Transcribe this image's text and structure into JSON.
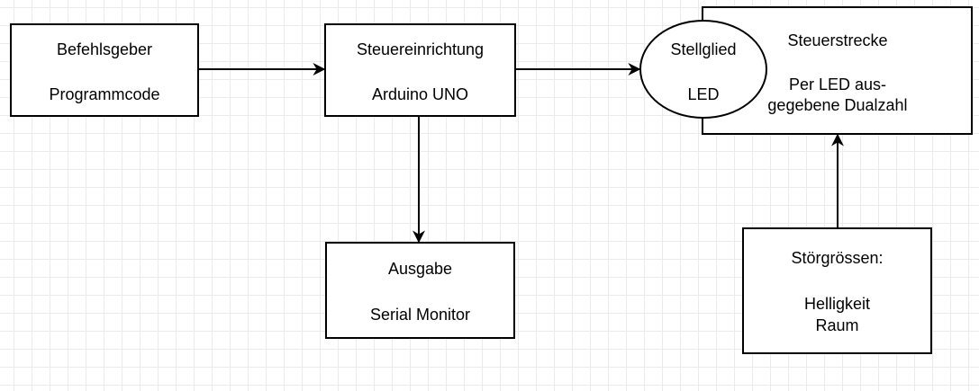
{
  "nodes": {
    "befehlsgeber": {
      "title": "Befehlsgeber",
      "subtitle": "Programmcode"
    },
    "steuereinrichtung": {
      "title": "Steuereinrichtung",
      "subtitle": "Arduino UNO"
    },
    "steuerstrecke": {
      "title": "Steuerstrecke",
      "line1": "Per LED aus-",
      "line2": "gegebene Dualzahl"
    },
    "stellglied": {
      "title": "Stellglied",
      "subtitle": "LED"
    },
    "ausgabe": {
      "title": "Ausgabe",
      "subtitle": "Serial Monitor"
    },
    "stoergroessen": {
      "title": "Störgrössen:",
      "line1": "Helligkeit",
      "line2": "Raum"
    }
  },
  "edges": [
    {
      "from": "befehlsgeber",
      "to": "steuereinrichtung"
    },
    {
      "from": "steuereinrichtung",
      "to": "stellglied"
    },
    {
      "from": "steuereinrichtung",
      "to": "ausgabe"
    },
    {
      "from": "stoergroessen",
      "to": "steuerstrecke"
    }
  ]
}
